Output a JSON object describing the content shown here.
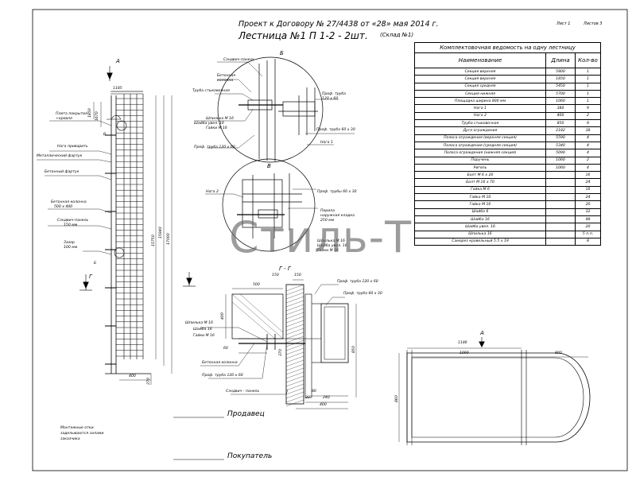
{
  "header": {
    "project": "Проект к Договору № 27/4438 от «28» мая 2014 г.",
    "title": "Лестница №1 П 1-2 - 2шт.",
    "subtitle": "(Склад №1)",
    "sheet": "Лист 1",
    "sheets": "Листов 3"
  },
  "table": {
    "caption": "Комплектовочная ведомость на одну лестницу",
    "col_name": "Наименование",
    "col_len": "Длина",
    "col_qty": "Кол-во",
    "rows": [
      [
        "Секция верхняя",
        "5800",
        "1"
      ],
      [
        "Секция верхняя",
        "1850",
        "1"
      ],
      [
        "Секция средняя",
        "5450",
        "1"
      ],
      [
        "Секция нижняя",
        "5700",
        "1"
      ],
      [
        "Площадка ширина 800 мм",
        "1060",
        "1"
      ],
      [
        "Нога 1",
        "380",
        "9"
      ],
      [
        "Нога 2",
        "400",
        "2"
      ],
      [
        "Труба стыковочная",
        "850",
        "9"
      ],
      [
        "Дуга ограждения",
        "2182",
        "38"
      ],
      [
        "Полоса ограждения (верхняя секция)",
        "5590",
        "4"
      ],
      [
        "Полоса ограждения (средняя секция)",
        "5340",
        "4"
      ],
      [
        "Полоса ограждения (нижняя секция)",
        "5090",
        "4"
      ],
      [
        "Поручень",
        "1060",
        "2"
      ],
      [
        "Ригель",
        "1060",
        "4"
      ],
      [
        "Болт М 6 х 20",
        "",
        "16"
      ],
      [
        "Болт М 16 х 70",
        "",
        "24"
      ],
      [
        "Гайка М 6",
        "",
        "16"
      ],
      [
        "Гайка М 10",
        "",
        "24"
      ],
      [
        "Гайка М 16",
        "",
        "20"
      ],
      [
        "Шайба 6",
        "",
        "32"
      ],
      [
        "Шайба 16",
        "",
        "48"
      ],
      [
        "Шайба увел. 16",
        "",
        "20"
      ],
      [
        "Шпилька 16",
        "",
        "5 п.п."
      ],
      [
        "Саморез кровельный 5.5 х 19",
        "",
        "8"
      ]
    ]
  },
  "left_view": {
    "section_a": "А",
    "section_g": "Г",
    "dims": [
      "1185",
      "1670",
      "1850",
      "15750",
      "15940",
      "17000",
      "270",
      "400"
    ],
    "labels": {
      "roof_plate": "Плита покрытия",
      "roof_plate2": "+кровля",
      "leg": "Нога приварить",
      "flashing": "Металлический фартук",
      "concrete_flashing": "Бетонный фартук",
      "concrete_col": "Бетонная колонна",
      "concrete_col2": "500 х 400",
      "sandwich": "Сэндвич-панель",
      "sandwich2": "150 мм",
      "gap": "Зазор",
      "gap2": "100 мм",
      "v": "В",
      "b": "Б",
      "note1": "Монтажные отки",
      "note2": "заделываются силами",
      "note3": "заказчика"
    }
  },
  "detail_b": {
    "title": "Б",
    "sandwich": "Сэндвич-панель",
    "concrete": "Бетонная",
    "concrete2": "колонна",
    "tube": "Труба стыковочная",
    "prof1": "Проф. труба",
    "prof1b": "120 х 60",
    "stud": "Шпилька М 16",
    "washer": "Шайба увел. 16",
    "nut": "Гайки М 16",
    "prof2": "Проф. труба 60 х 30",
    "leg1": "Нога 1",
    "prof3": "Проф. труба 120 х 60"
  },
  "detail_v": {
    "title": "В",
    "leg2": "Нога 2",
    "prof": "Проф. трубы 60 х 30",
    "gap1": "Перила",
    "gap2": "наружная кладка",
    "gap3": "250 мм",
    "stud": "Шпилька М 16",
    "washer": "Шайба увел. 16",
    "nut": "Гайки М 16"
  },
  "section_gg": {
    "title": "Г - Г",
    "dims": [
      "150",
      "500",
      "400",
      "60",
      "850",
      "370",
      "80",
      "240",
      "20",
      "400",
      "150"
    ],
    "prof1": "Проф. труба 120 х 60",
    "prof2": "Проф. труба 60 х 30",
    "stud": "Шпилька М 16",
    "washer": "Шайба 16",
    "nut": "Гайки М 16",
    "concrete": "Бетонная колонна",
    "prof3": "Проф. труба 120 х 60",
    "sandwich": "Сэндвич - панель"
  },
  "view_a": {
    "title": "А",
    "dims": [
      "1186",
      "1060",
      "800",
      "860"
    ]
  },
  "signatures": {
    "seller": "Продавец",
    "buyer": "Покупатель"
  },
  "watermark": "Стиль-Т"
}
